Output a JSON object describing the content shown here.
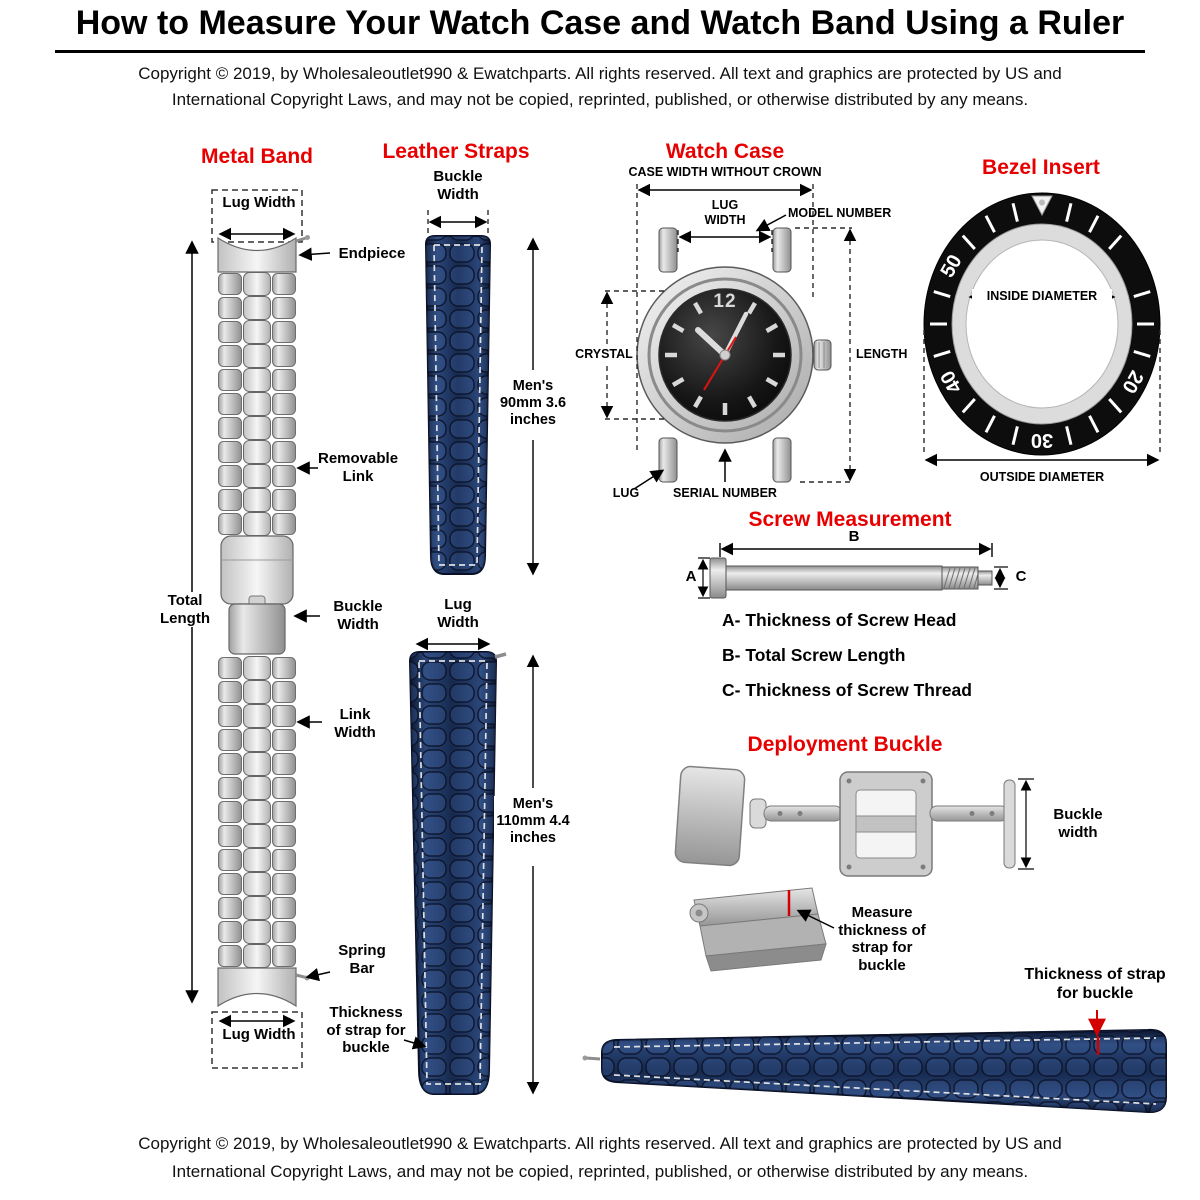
{
  "header": {
    "title": "How to Measure Your Watch Case and Watch Band Using a Ruler",
    "copyright1": "Copyright  © 2019, by Wholesaleoutlet990 & Ewatchparts. All rights reserved. All text and graphics are protected by US and",
    "copyright2": "International Copyright Laws, and may not be copied, reprinted, published, or otherwise distributed by any  means."
  },
  "footer": {
    "copyright1": "Copyright  © 2019, by Wholesaleoutlet990 & Ewatchparts. All rights reserved. All text and graphics are protected by US and",
    "copyright2": "International Copyright Laws, and may not be copied, reprinted, published, or otherwise distributed by any  means."
  },
  "metal_band": {
    "heading": "Metal Band",
    "lug_width_top": "Lug Width",
    "endpiece": "Endpiece",
    "removable_link": "Removable Link",
    "buckle_width": "Buckle Width",
    "link_width": "Link Width",
    "total_length": "Total Length",
    "spring_bar": "Spring Bar",
    "lug_width_bottom": "Lug Width"
  },
  "leather_straps": {
    "heading": "Leather Straps",
    "buckle_width": "Buckle Width",
    "mens_90": "Men's 90mm 3.6 inches",
    "lug_width": "Lug Width",
    "mens_110": "Men's 110mm 4.4 inches",
    "thickness": "Thickness of strap for buckle"
  },
  "watch_case": {
    "heading": "Watch Case",
    "case_width": "CASE WIDTH WITHOUT CROWN",
    "model_number": "MODEL NUMBER",
    "lug_width": "LUG WIDTH",
    "crystal": "CRYSTAL",
    "length": "LENGTH",
    "lug": "LUG",
    "serial_number": "SERIAL NUMBER",
    "dial_numeral": "12"
  },
  "bezel_insert": {
    "heading": "Bezel Insert",
    "inside_diameter": "INSIDE DIAMETER",
    "outside_diameter": "OUTSIDE DIAMETER",
    "numbers": [
      "50",
      "40",
      "30",
      "20"
    ]
  },
  "screw": {
    "heading": "Screw Measurement",
    "a": "A",
    "b": "B",
    "c": "C",
    "line_a": "A- Thickness of Screw Head",
    "line_b": "B- Total Screw Length",
    "line_c": "C- Thickness of Screw Thread"
  },
  "deployment": {
    "heading": "Deployment Buckle",
    "buckle_width": "Buckle width",
    "measure_thickness": "Measure thickness of strap for buckle"
  },
  "bottom_strap": {
    "thickness": "Thickness of strap for buckle"
  },
  "colors": {
    "accent_red": "#e80000",
    "strap_navy": "#16294e",
    "metal_silver": "#c6c6c6"
  }
}
